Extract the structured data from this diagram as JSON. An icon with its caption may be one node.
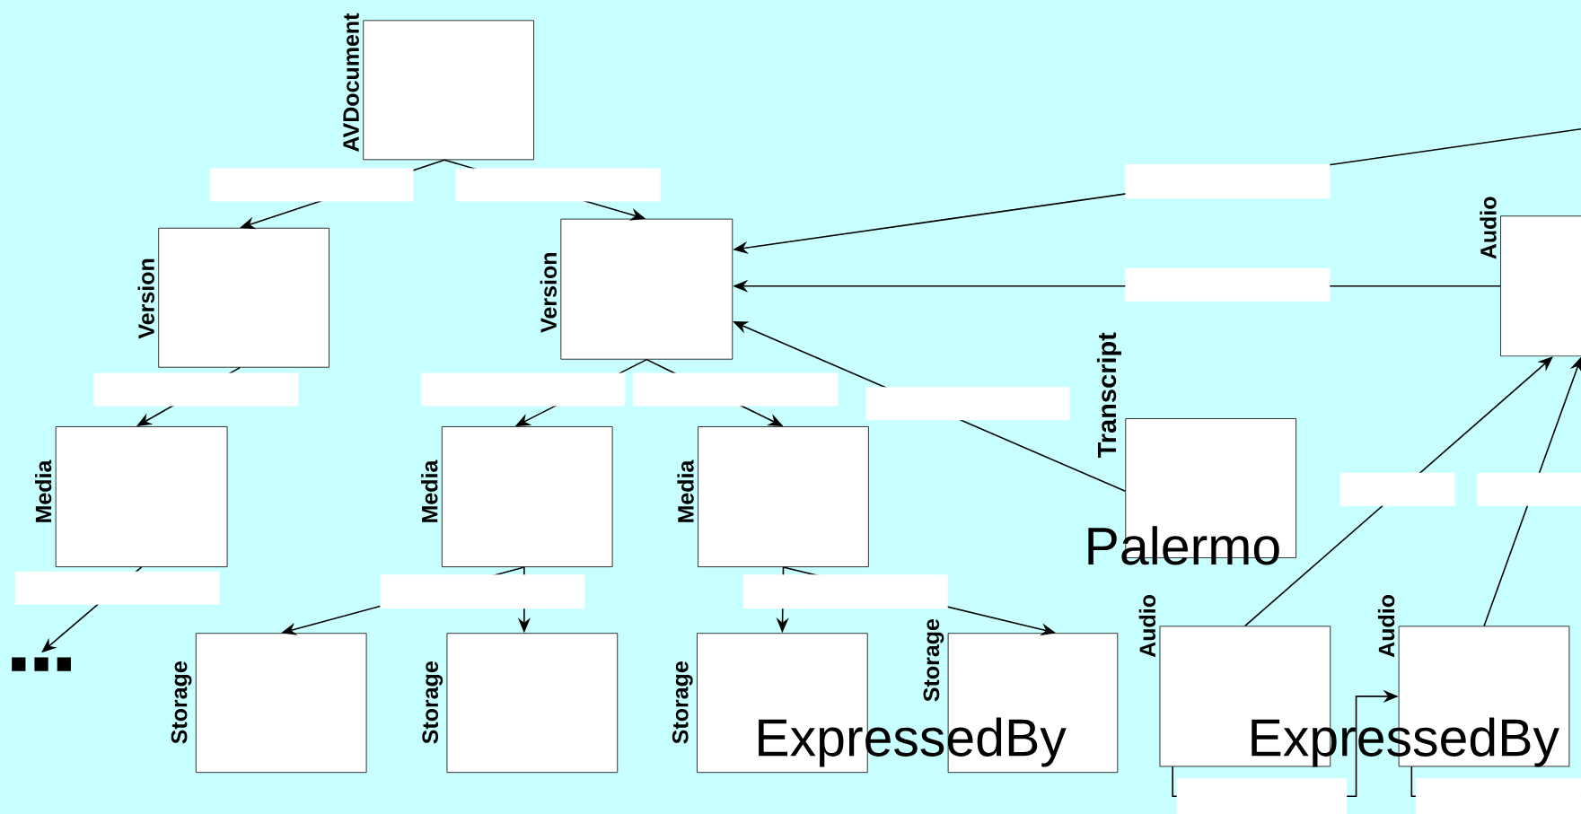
{
  "diagram": {
    "nodes": [
      {
        "text": [
          "AVDocument"
        ]
      },
      {
        "text": [
          "Version"
        ]
      },
      {
        "text": [
          "Version"
        ]
      },
      {
        "text": [
          "Media"
        ]
      },
      {
        "text": [
          "Media"
        ]
      },
      {
        "text": [
          "Media"
        ]
      },
      {
        "text": [
          "Transcript"
        ]
      },
      {
        "text": [
          "Audio"
        ]
      },
      {
        "text": [
          "Storage"
        ]
      },
      {
        "text": [
          "Storage"
        ]
      },
      {
        "text": [
          "Storage"
        ]
      },
      {
        "text": [
          "Storage"
        ]
      },
      {
        "text": [
          "Audio"
        ]
      },
      {
        "text": [
          "Audio"
        ]
      },
      {
        "text": [
          "■ ■ ■"
        ]
      }
    ],
    "edges": [
      {
        "from": 0,
        "to": 1,
        "arrow": "to"
      },
      {
        "from": 0,
        "to": 2,
        "arrow": "to"
      },
      {
        "from": null,
        "to": 2,
        "arrow": "to"
      },
      {
        "from": 7,
        "to": 2,
        "arrow": "to"
      },
      {
        "from": 6,
        "to": 2,
        "arrow": "to"
      },
      {
        "from": 1,
        "to": 3,
        "arrow": "to"
      },
      {
        "from": 2,
        "to": 4,
        "arrow": "to"
      },
      {
        "from": 2,
        "to": 5,
        "arrow": "to"
      },
      {
        "from": 3,
        "to": 14,
        "arrow": "to"
      },
      {
        "from": 4,
        "to": 8,
        "arrow": "to"
      },
      {
        "from": 4,
        "to": 9,
        "arrow": "to"
      },
      {
        "from": 5,
        "to": 10,
        "arrow": "to"
      },
      {
        "from": 5,
        "to": 11,
        "arrow": "to"
      },
      {
        "from": 12,
        "to": 7,
        "arrow": "to"
      },
      {
        "from": 13,
        "to": 7,
        "arrow": "to"
      },
      {
        "from": 12,
        "to": 13,
        "arrow": "to"
      },
      {
        "from": 13,
        "to": null,
        "arrow": "none"
      }
    ],
    "labels": [
      "Palermo",
      "ExpressedBy",
      "ExpressedBy"
    ]
  }
}
